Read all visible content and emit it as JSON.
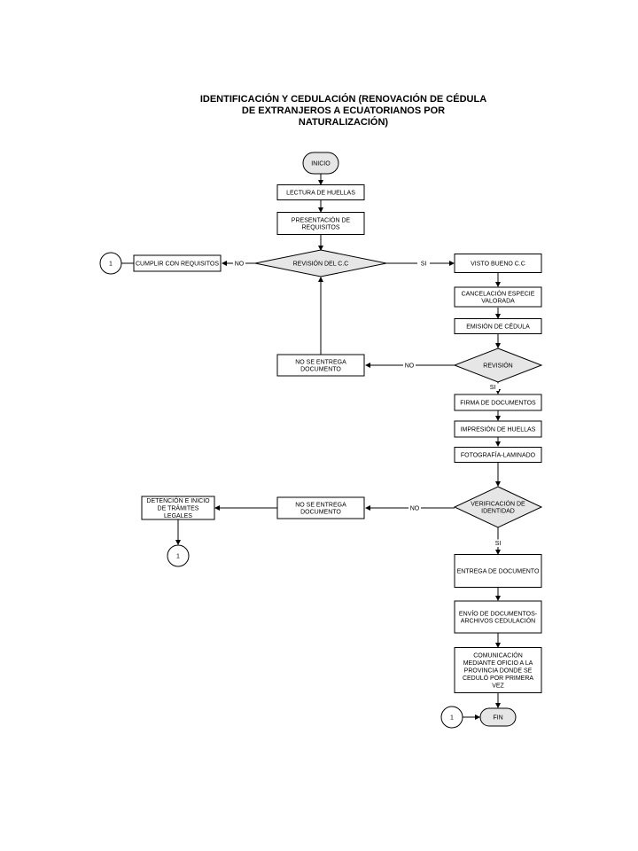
{
  "title_lines": [
    "IDENTIFICACIÓN Y CEDULACIÓN (RENOVACIÓN DE CÉDULA",
    "DE EXTRANJEROS A ECUATORIANOS POR",
    "NATURALIZACIÓN)"
  ],
  "colors": {
    "fill_gray": "#e6e6e6",
    "stroke": "#000000"
  },
  "nodes": {
    "inicio": [
      "INICIO"
    ],
    "lectura": [
      "LECTURA DE HUELLAS"
    ],
    "presentacion": [
      "PRESENTACIÓN DE",
      "REQUISITOS"
    ],
    "revision_cc": [
      "REVISIÓN DEL C.C"
    ],
    "cumplir": [
      "CUMPLIR CON REQUISITOS"
    ],
    "connector_1a": [
      "1"
    ],
    "visto_bueno": [
      "VISTO BUENO C.C"
    ],
    "cancelacion": [
      "CANCELACIÓN ESPECIE",
      "VALORADA"
    ],
    "emision": [
      "EMISIÓN DE CÉDULA"
    ],
    "revision": [
      "REVISIÓN"
    ],
    "no_entrega_1": [
      "NO SE ENTREGA",
      "DOCUMENTO"
    ],
    "firma": [
      "FIRMA DE DOCUMENTOS"
    ],
    "impresion": [
      "IMPRESIÓN DE HUELLAS"
    ],
    "fotografia": [
      "FOTOGRAFÍA-LAMINADO"
    ],
    "verificacion": [
      "VERIFICACIÓN DE",
      "IDENTIDAD"
    ],
    "no_entrega_2": [
      "NO SE ENTREGA",
      "DOCUMENTO"
    ],
    "detencion": [
      "DETENCIÓN E INICIO",
      "DE TRÁMITES",
      "LEGALES"
    ],
    "connector_1b": [
      "1"
    ],
    "entrega": [
      "ENTREGA DE DOCUMENTO"
    ],
    "envio": [
      "ENVÍO DE DOCUMENTOS-",
      "ARCHIVOS CEDULACIÓN"
    ],
    "comunicacion": [
      "COMUNICACIÓN",
      "MEDIANTE OFICIO A LA",
      "PROVINCIA DONDE SE",
      "CEDULÓ POR PRIMERA",
      "VEZ"
    ],
    "connector_1c": [
      "1"
    ],
    "fin": [
      "FIN"
    ]
  },
  "edge_labels": {
    "no_cumplir": "NO",
    "si_visto": "SI",
    "no_revision": "NO",
    "si_revision": "SI",
    "no_verificacion": "NO",
    "si_verificacion": "SI"
  }
}
